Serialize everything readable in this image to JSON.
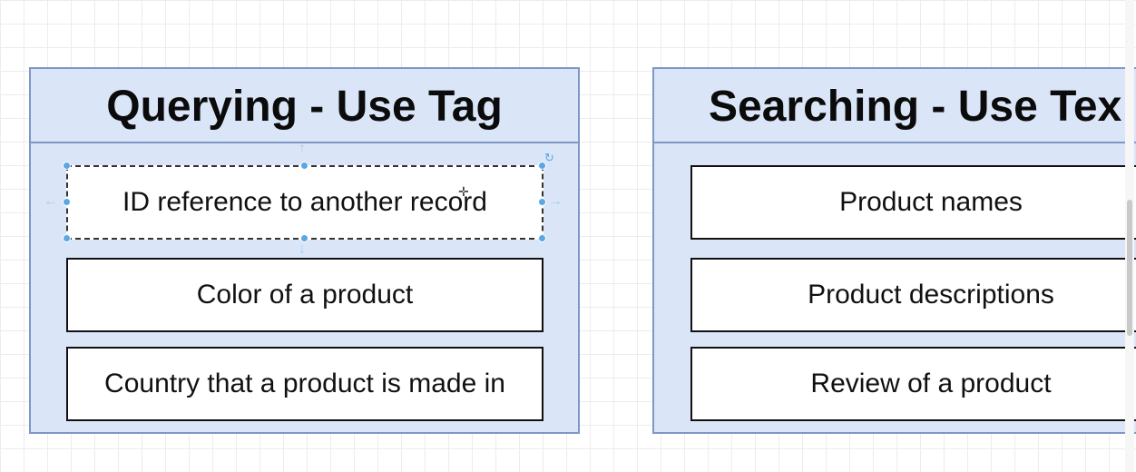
{
  "left_group": {
    "title": "Querying - Use Tag",
    "items": [
      "ID reference to another record",
      "Color of a product",
      "Country that a product is made in"
    ]
  },
  "right_group": {
    "title": "Searching - Use Tex",
    "items": [
      "Product names",
      "Product descriptions",
      "Review of a product"
    ]
  },
  "selection": {
    "rotate_icon": "rotate-icon",
    "arrow_icons": [
      "arrow-up-icon",
      "arrow-down-icon",
      "arrow-left-icon",
      "arrow-right-icon"
    ]
  },
  "colors": {
    "group_fill": "#dae6f8",
    "group_border": "#7f97c6",
    "handle": "#5aa7e6"
  }
}
